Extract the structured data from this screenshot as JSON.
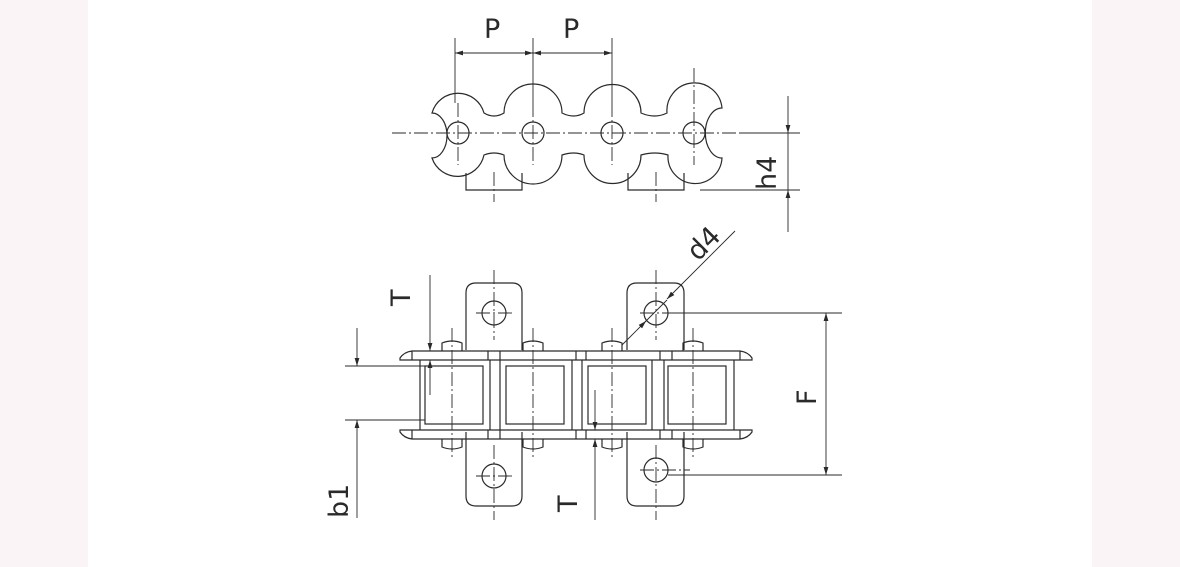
{
  "diagram": {
    "labels": {
      "pitch": "P",
      "h4": "h4",
      "d4": "d4",
      "T": "T",
      "F": "F",
      "b1": "b1"
    },
    "colors": {
      "line": "#2a2a2a",
      "background": "#ffffff",
      "margin": "#faf4f6"
    }
  }
}
